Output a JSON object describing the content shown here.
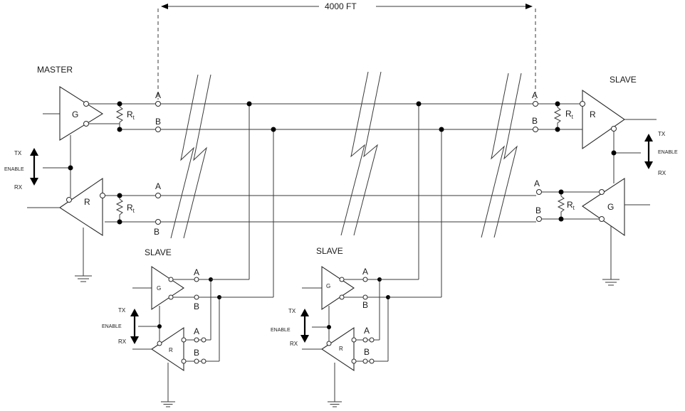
{
  "dimension": {
    "label": "4000  FT"
  },
  "nodes": {
    "master": {
      "title": "MASTER",
      "driver": "G",
      "receiver": "R"
    },
    "slave_right": {
      "title": "SLAVE",
      "driver": "G",
      "receiver": "R"
    },
    "slave_1": {
      "title": "SLAVE",
      "driver": "G",
      "receiver": "R"
    },
    "slave_2": {
      "title": "SLAVE",
      "driver": "G",
      "receiver": "R"
    }
  },
  "control": {
    "tx": "TX",
    "enable": "ENABLE",
    "rx": "RX"
  },
  "lines": {
    "a": "A",
    "b": "B"
  },
  "resistor": {
    "label": "R",
    "subscript": "t"
  }
}
